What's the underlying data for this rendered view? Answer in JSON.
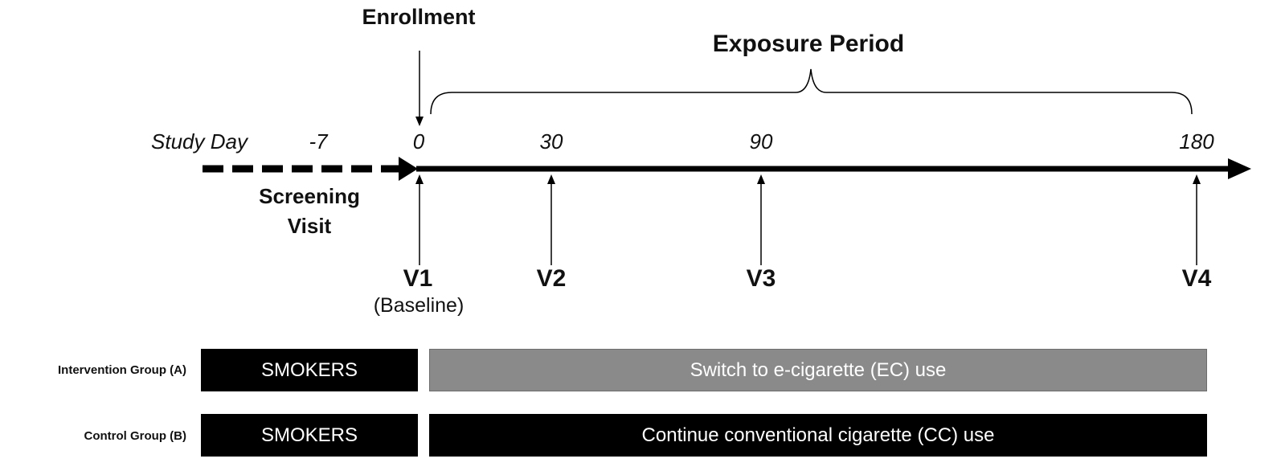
{
  "enrollment_label": "Enrollment",
  "exposure_period_label": "Exposure Period",
  "study_day_label": "Study Day",
  "days": [
    {
      "label": "-7"
    },
    {
      "label": "0"
    },
    {
      "label": "30"
    },
    {
      "label": "90"
    },
    {
      "label": "180"
    }
  ],
  "screening": {
    "line1": "Screening",
    "line2": "Visit"
  },
  "visits": [
    {
      "label": "V1",
      "sub": "(Baseline)"
    },
    {
      "label": "V2",
      "sub": ""
    },
    {
      "label": "V3",
      "sub": ""
    },
    {
      "label": "V4",
      "sub": ""
    }
  ],
  "groups": [
    {
      "label": "Intervention Group (A)",
      "pre": "SMOKERS",
      "post": "Switch to e-cigarette (EC) use",
      "post_color": "#8a8a8a"
    },
    {
      "label": "Control Group (B)",
      "pre": "SMOKERS",
      "post": "Continue conventional cigarette (CC) use",
      "post_color": "#000000"
    }
  ]
}
